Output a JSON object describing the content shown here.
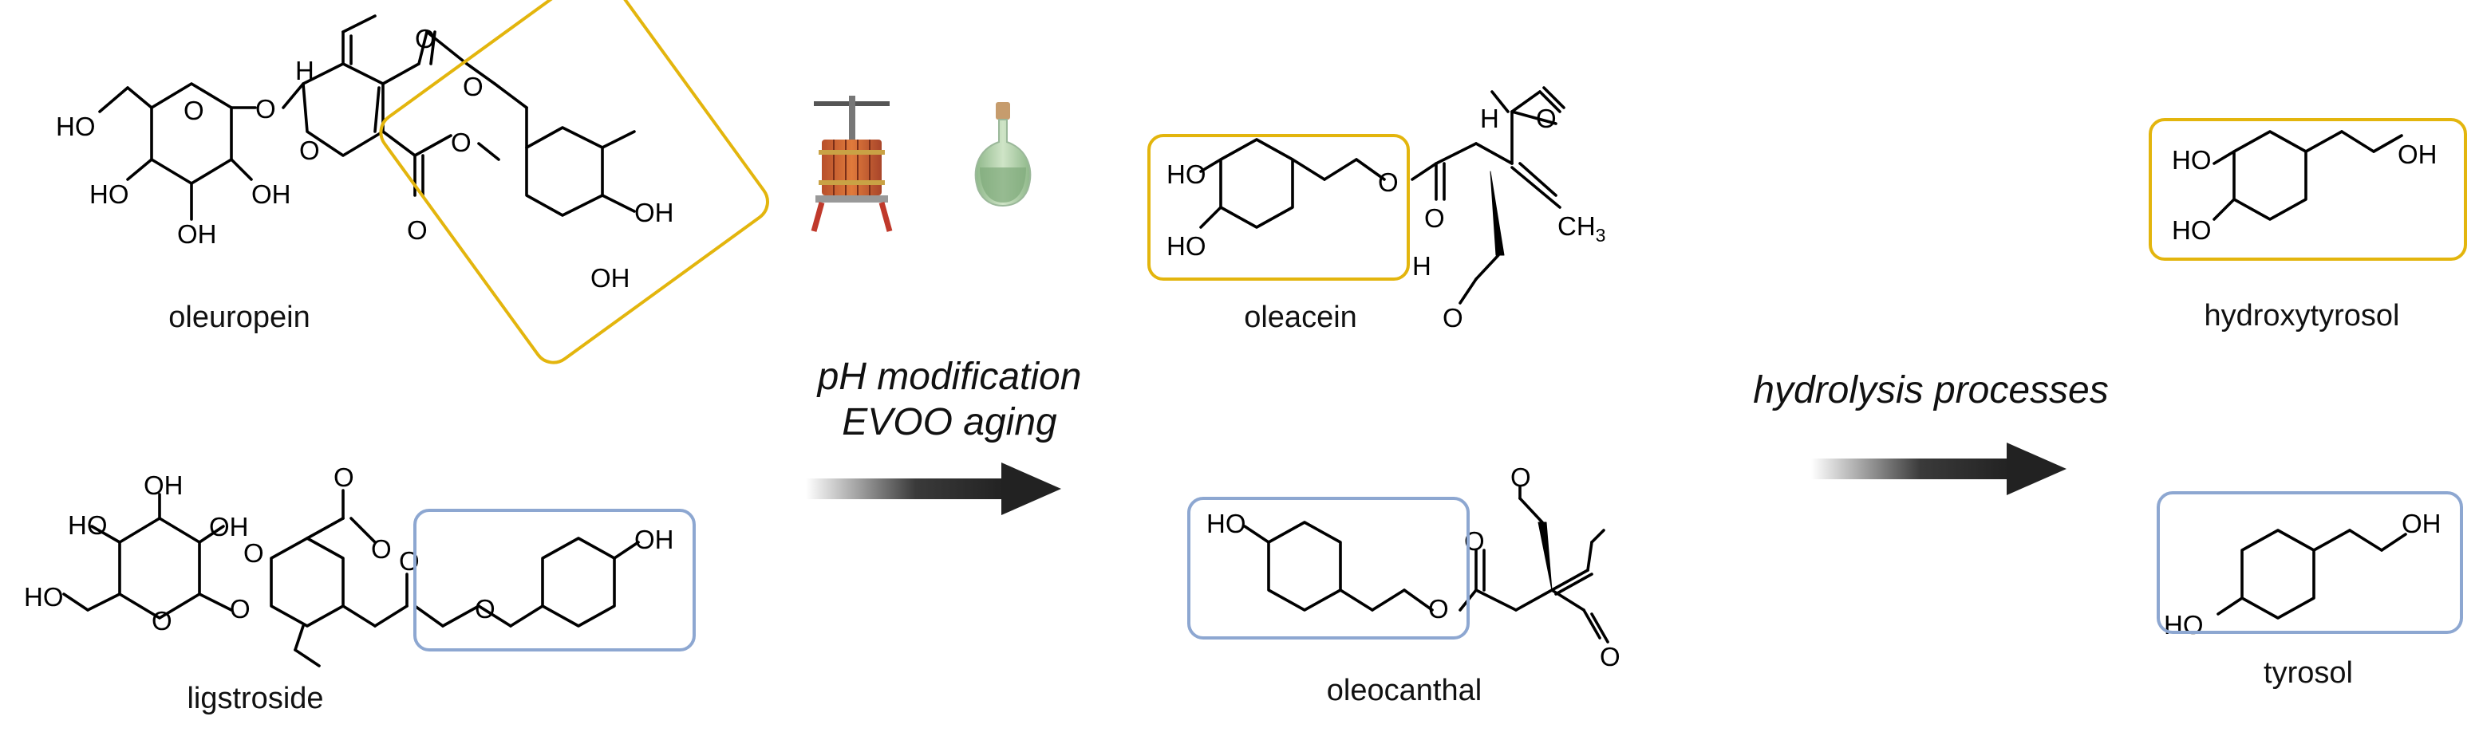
{
  "molecules": {
    "oleuropein": "oleuropein",
    "ligstroside": "ligstroside",
    "oleacein": "oleacein",
    "oleocanthal": "oleocanthal",
    "hydroxytyrosol": "hydroxytyrosol",
    "tyrosol": "tyrosol"
  },
  "steps": {
    "first_line1": "pH modification",
    "first_line2": "EVOO aging",
    "second": "hydrolysis processes"
  },
  "atoms": {
    "oh": "OH",
    "ho": "HO",
    "o": "O",
    "h": "H",
    "ch3_c": "CH",
    "ch3_sub": "3"
  },
  "icons": [
    "olive-press-icon",
    "oil-bottle-icon"
  ],
  "colors": {
    "hydroxytyrosol_highlight": "#e3b50d",
    "tyrosol_highlight": "#8da7d1",
    "arrow_dark": "#222222"
  }
}
